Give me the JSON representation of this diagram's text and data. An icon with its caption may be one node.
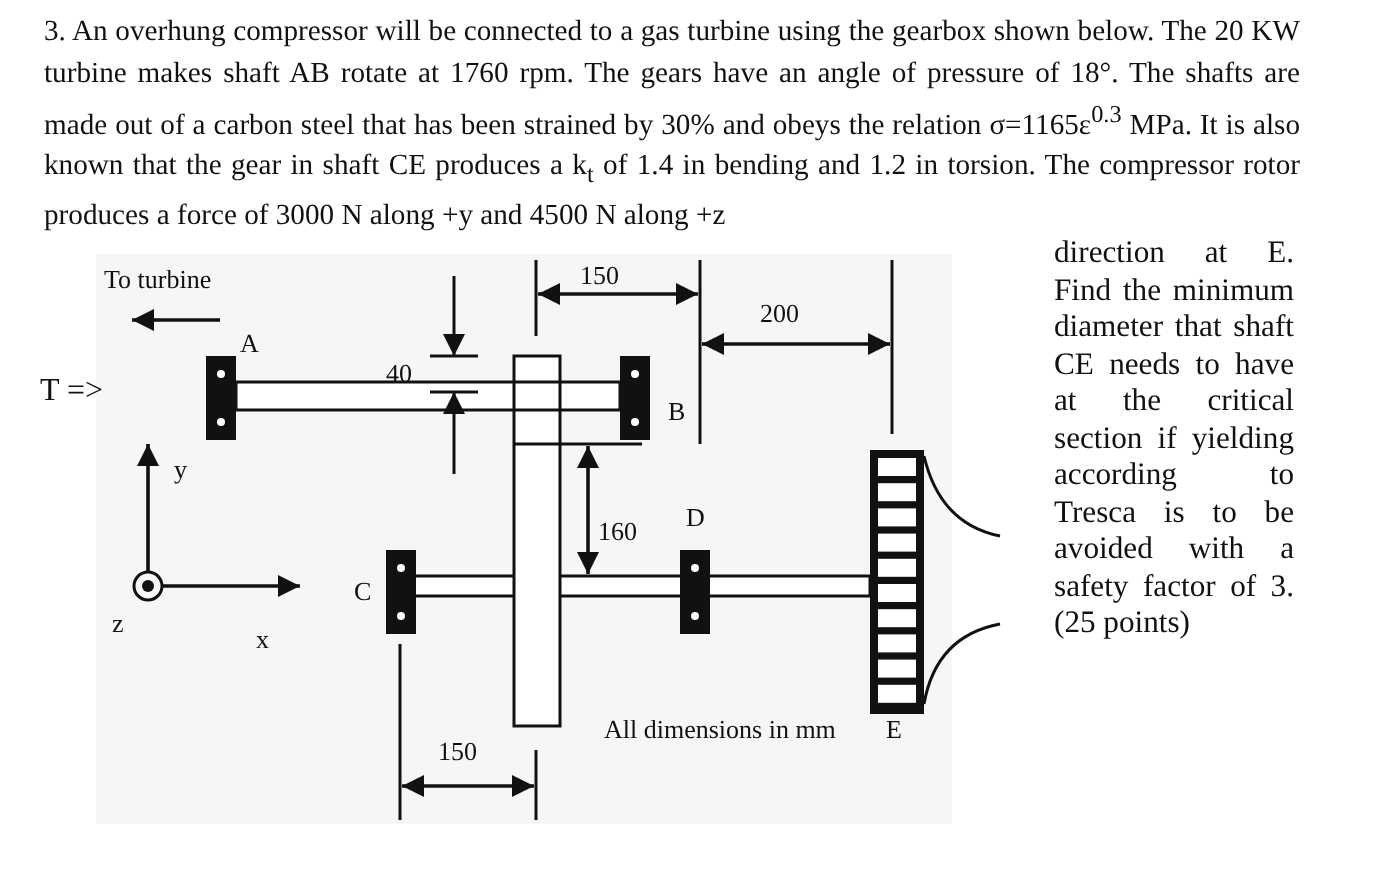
{
  "diagram": {
    "labels": [
      "3. An overhung compressor will be connected to a gas turbine using the gearbox shown below. The 20 KW turbine makes shaft AB rotate at 1760 rpm. The gears have an angle of pressure of 18°. The shafts are made out of a carbon steel that has been strained by 30% and obeys the relation σ=1165ε$^{0.3}$ MPa. It is also known that the gear in shaft CE produces a k$_{t}$ of 1.4 in bending and 1.2 in torsion. The compressor rotor produces a force of 3000 N along +y and 4500 N along +z",
      "direction at E. Find the minimum diameter that shaft CE needs to have at the critical section if yielding according to Tresca is to be avoided with a safety factor of 3. (25 points)",
      "To turbine",
      "150",
      "200",
      "A",
      "40",
      "T =>",
      "B",
      "y",
      "160",
      "D",
      "C",
      "z",
      "x",
      "All dimensions in mm",
      "E",
      "150"
    ]
  }
}
